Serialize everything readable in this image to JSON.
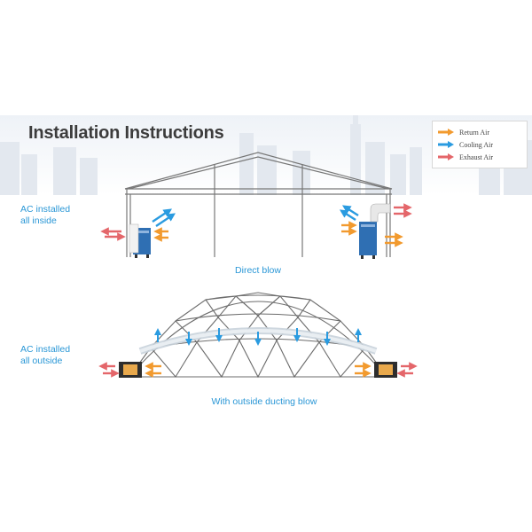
{
  "title": "Installation Instructions",
  "legend": [
    {
      "label": "Return Air",
      "color": "#f29a2e"
    },
    {
      "label": "Cooling Air",
      "color": "#2a9be0"
    },
    {
      "label": "Exhaust Air",
      "color": "#e4666a"
    }
  ],
  "top_section": {
    "label_line1": "AC installed",
    "label_line2": "all inside",
    "caption": "Direct blow"
  },
  "bottom_section": {
    "label_line1": "AC installed",
    "label_line2": "all outside",
    "caption": "With outside ducting blow"
  },
  "colors": {
    "return": "#f29a2e",
    "cooling": "#2a9be0",
    "exhaust": "#e4666a",
    "ac_unit": "#2f6fb3",
    "label": "#2a97d6"
  }
}
